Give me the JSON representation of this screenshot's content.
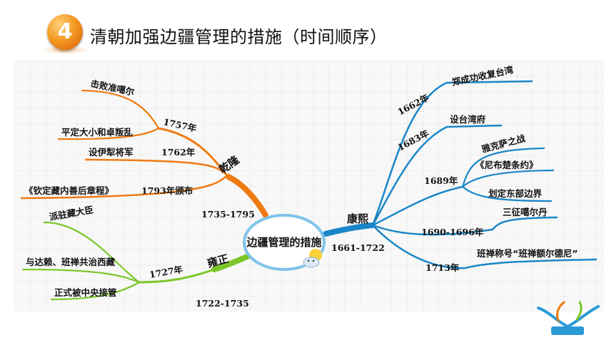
{
  "header": {
    "badge_number": "4",
    "title": "清朝加强边疆管理的措施（时间顺序）"
  },
  "center": {
    "label": "边疆管理的措施"
  },
  "branches": {
    "qianlong": {
      "name": "乾隆",
      "period": "1735-1795",
      "items": [
        {
          "year": "1757年",
          "events": [
            "击败准噶尔",
            "平定大小和卓叛乱"
          ]
        },
        {
          "year": "1762年",
          "events": [
            "设伊犁将军"
          ]
        },
        {
          "year": "1793年颁布",
          "events": [
            "《钦定藏内善后章程》"
          ]
        }
      ]
    },
    "yongzheng": {
      "name": "雍正",
      "period": "1722-1735",
      "items": [
        {
          "year": "1727年",
          "events": [
            "派驻藏大臣",
            "与达赖、班禅共治西藏",
            "正式被中央接管"
          ]
        }
      ]
    },
    "kangxi": {
      "name": "康熙",
      "period": "1661-1722",
      "items": [
        {
          "year": "1662年",
          "events": [
            "郑成功收复台湾"
          ]
        },
        {
          "year": "1683年",
          "events": [
            "设台湾府"
          ]
        },
        {
          "year": "1689年",
          "events": [
            "雅克萨之战",
            "《尼布楚条约》",
            "划定东部边界"
          ]
        },
        {
          "year": "1690-1696年",
          "events": [
            "三征噶尔丹"
          ]
        },
        {
          "year": "1713年",
          "events": [
            "班禅称号“班禅额尔德尼”"
          ]
        }
      ]
    }
  },
  "colors": {
    "qianlong": "#f07a12",
    "yongzheng": "#7cc62a",
    "kangxi": "#1a86c8",
    "center_border": "#7fc3ea",
    "badge": "#f59a23"
  }
}
